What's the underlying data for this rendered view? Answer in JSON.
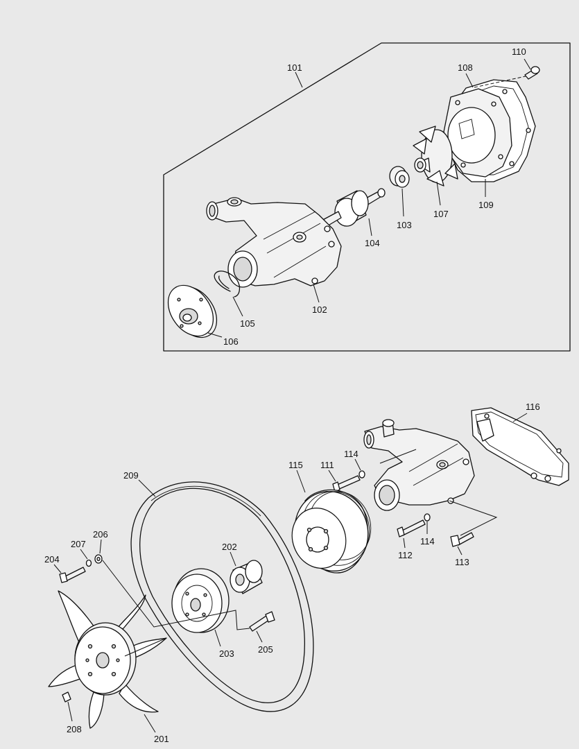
{
  "callouts": {
    "c101": "101",
    "c102": "102",
    "c103": "103",
    "c104": "104",
    "c105": "105",
    "c106": "106",
    "c107": "107",
    "c108": "108",
    "c109": "109",
    "c110": "110",
    "c111": "111",
    "c112": "112",
    "c113": "113",
    "c114a": "114",
    "c114b": "114",
    "c115": "115",
    "c116": "116",
    "c201": "201",
    "c202": "202",
    "c203": "203",
    "c204": "204",
    "c205": "205",
    "c206": "206",
    "c207": "207",
    "c208": "208",
    "c209": "209"
  }
}
